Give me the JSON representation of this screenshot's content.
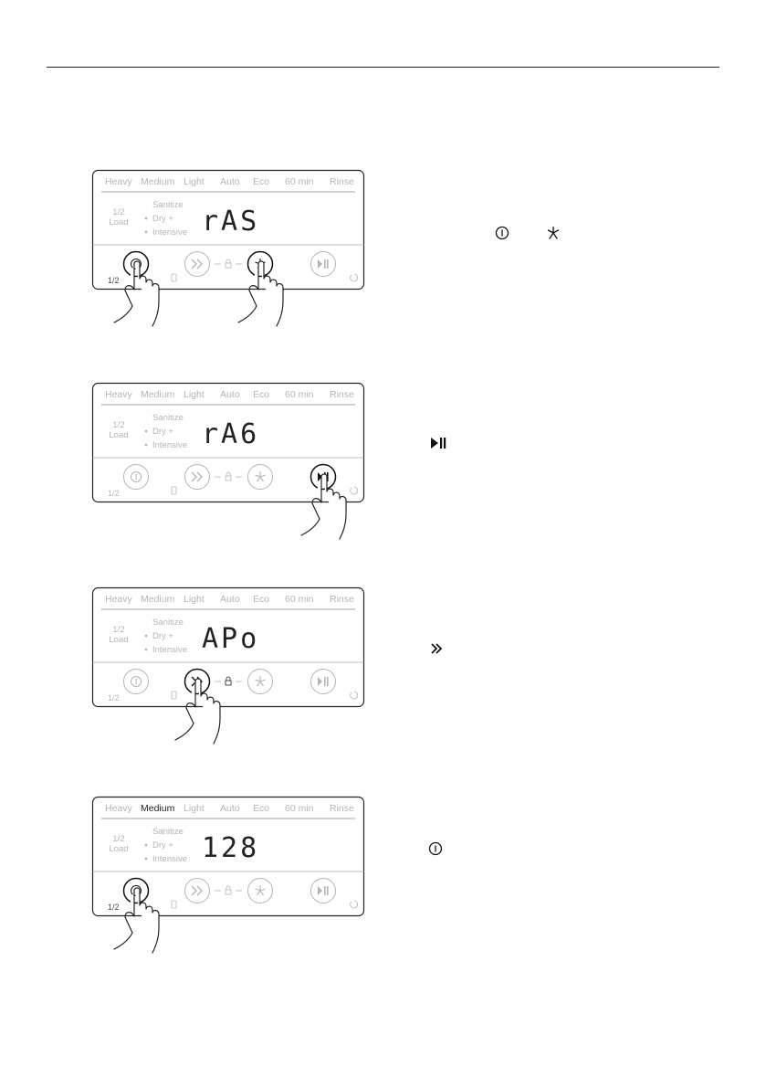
{
  "page": {
    "section_rule": true
  },
  "panel_template": {
    "programs": [
      "Heavy",
      "Medium",
      "Light",
      "Auto",
      "Eco",
      "60 min",
      "Rinse"
    ],
    "half_load_label_line1": "1/2",
    "half_load_label_line2": "Load",
    "options": [
      "Sanitize",
      "Dry +",
      "Intensive"
    ],
    "half_label": "1/2"
  },
  "steps": [
    {
      "id": "step1",
      "display": "rAS",
      "active_program": null,
      "highlighted_buttons": [
        "power",
        "star"
      ],
      "hands": [
        "power",
        "star"
      ],
      "side_icons": [
        "power-icon",
        "asterisk-icon"
      ]
    },
    {
      "id": "step2",
      "display": "rA6",
      "active_program": null,
      "highlighted_buttons": [
        "start-pause"
      ],
      "hands": [
        "start-pause"
      ],
      "side_icons": [
        "play-pause-icon"
      ]
    },
    {
      "id": "step3",
      "display": "APo",
      "active_program": null,
      "highlighted_buttons": [
        "program"
      ],
      "hands": [
        "program"
      ],
      "side_icons": [
        "double-chevron-icon"
      ]
    },
    {
      "id": "step4",
      "display": "128",
      "active_program": "Medium",
      "highlighted_buttons": [
        "power"
      ],
      "hands": [
        "power"
      ],
      "side_icons": [
        "power-icon"
      ]
    }
  ],
  "colors": {
    "line": "#222222",
    "faint": "#b4b4b4",
    "display": "#222222"
  }
}
